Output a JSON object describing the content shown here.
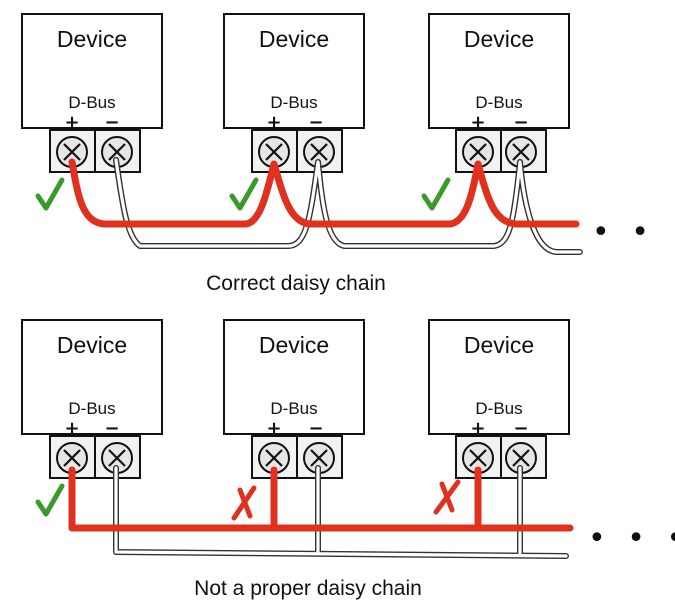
{
  "top": {
    "caption": "Correct daisy chain",
    "devices": [
      {
        "title": "Device",
        "bus": "D-Bus",
        "plus": "+",
        "minus": "−"
      },
      {
        "title": "Device",
        "bus": "D-Bus",
        "plus": "+",
        "minus": "−"
      },
      {
        "title": "Device",
        "bus": "D-Bus",
        "plus": "+",
        "minus": "−"
      }
    ],
    "continuation": "• • •"
  },
  "bottom": {
    "caption": "Not a proper daisy chain",
    "devices": [
      {
        "title": "Device",
        "bus": "D-Bus",
        "plus": "+",
        "minus": "−"
      },
      {
        "title": "Device",
        "bus": "D-Bus",
        "plus": "+",
        "minus": "−"
      },
      {
        "title": "Device",
        "bus": "D-Bus",
        "plus": "+",
        "minus": "−"
      }
    ],
    "continuation": "• • •"
  },
  "colors": {
    "positive_wire": "#e0301e",
    "negative_wire": "#333333",
    "check": "#3a9a2a",
    "cross": "#e0301e"
  }
}
